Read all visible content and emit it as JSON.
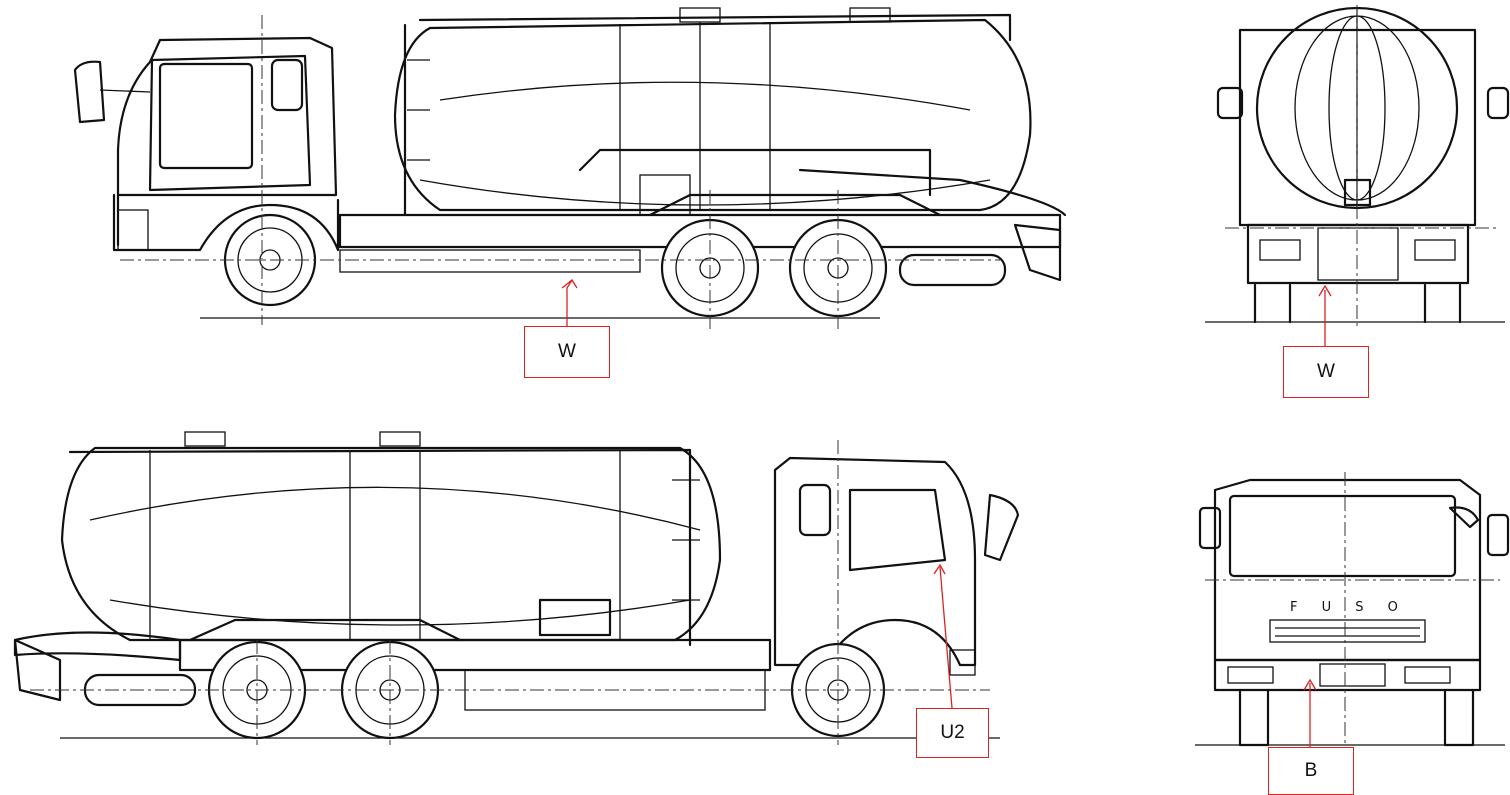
{
  "callouts": [
    {
      "id": "c1",
      "label": "W"
    },
    {
      "id": "c2",
      "label": "W"
    },
    {
      "id": "c3",
      "label": "U2"
    },
    {
      "id": "c4",
      "label": "B"
    }
  ],
  "grille_text": "F U S O",
  "colors": {
    "line": "#111111",
    "callout_border": "#dd2222",
    "arrow": "#dd2222"
  }
}
